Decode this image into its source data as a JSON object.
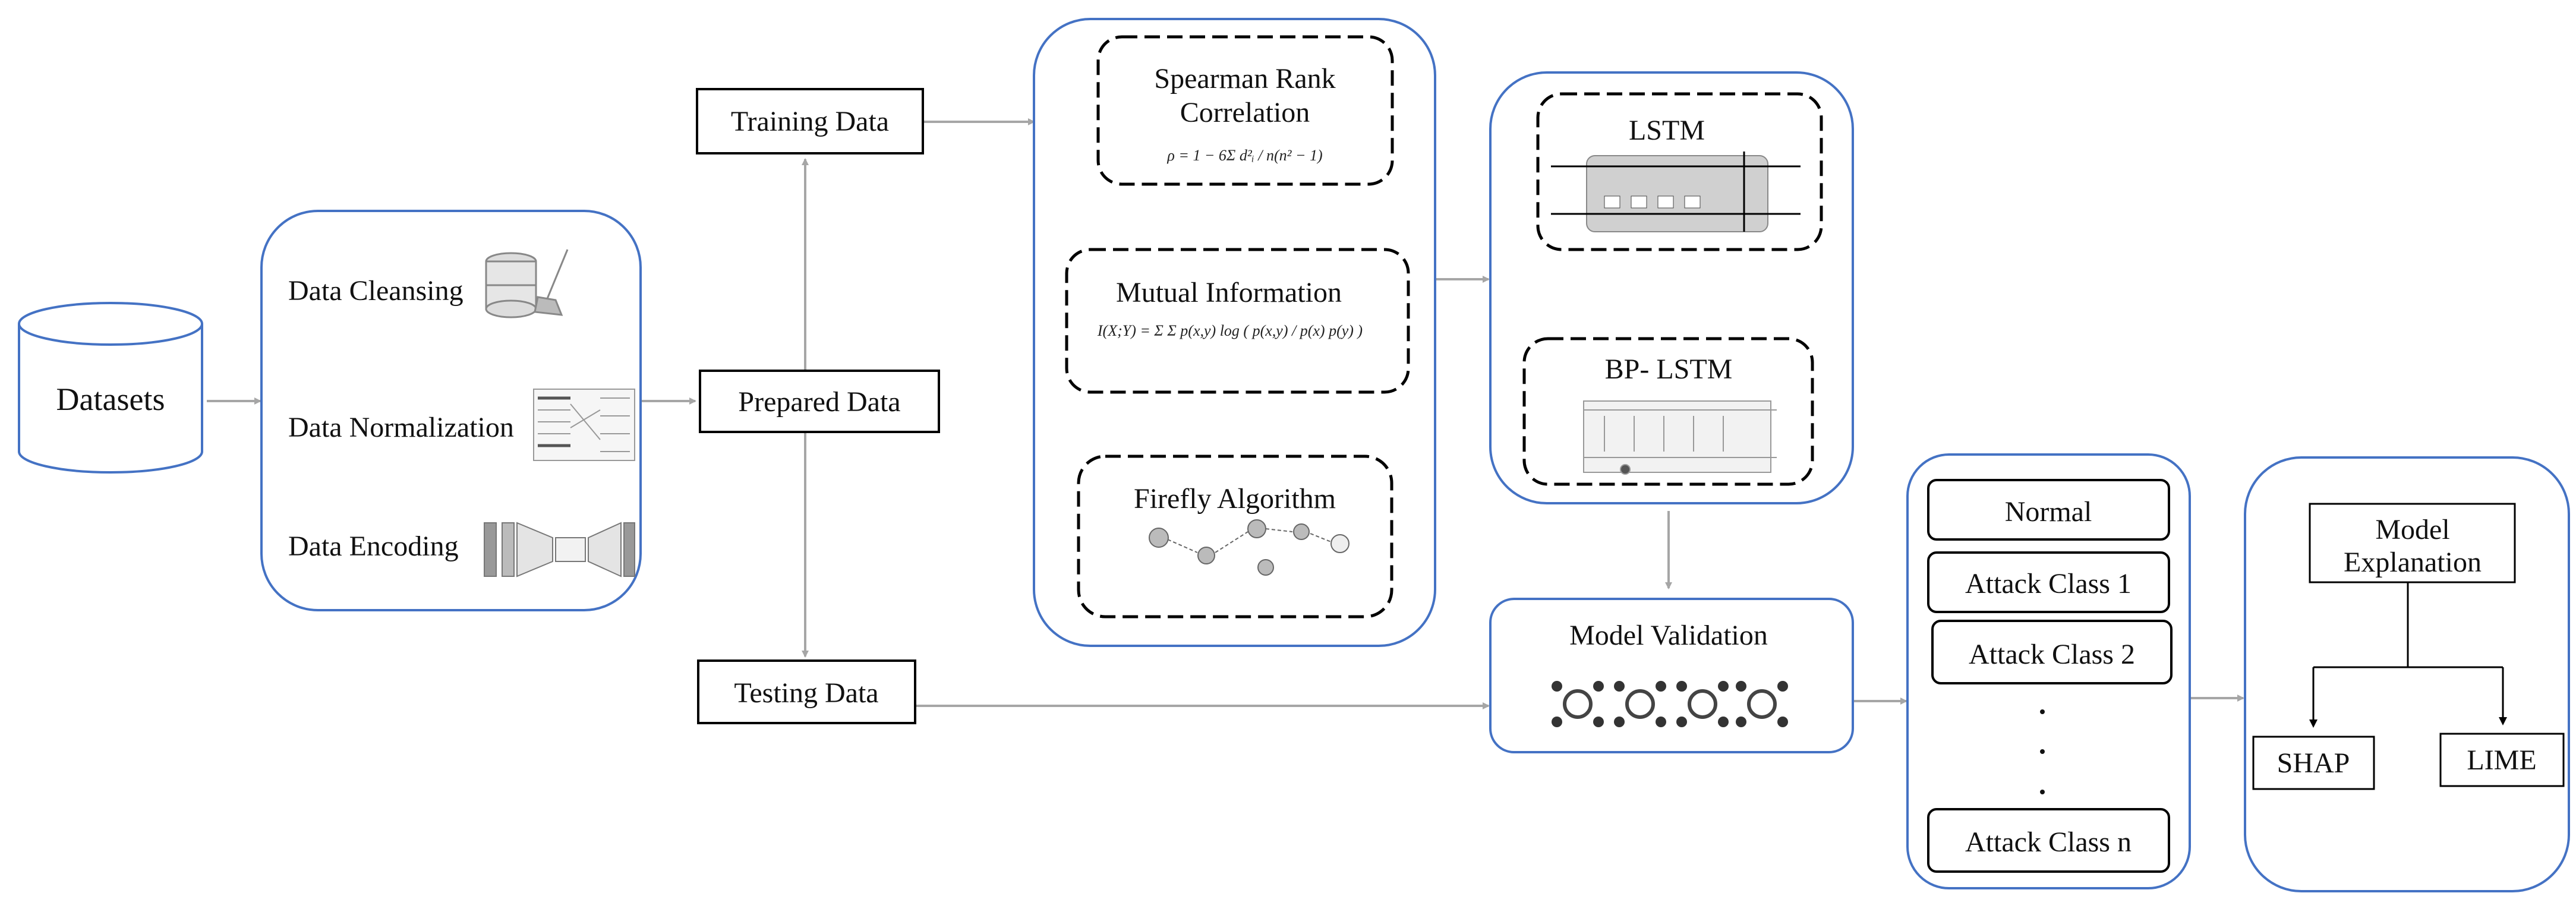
{
  "nodes": {
    "datasets": "Datasets",
    "data_cleansing": "Data Cleansing",
    "data_normalization": "Data Normalization",
    "data_encoding": "Data Encoding",
    "training_data": "Training Data",
    "prepared_data": "Prepared Data",
    "testing_data": "Testing Data",
    "spearman_line1": "Spearman Rank",
    "spearman_line2": "Correlation",
    "spearman_formula": "ρ = 1 − 6Σ d²ᵢ / n(n² − 1)",
    "mutual_information": "Mutual Information",
    "mi_formula": "I(X;Y) = Σ Σ p(x,y) log ( p(x,y) / p(x) p(y) )",
    "firefly_algorithm": "Firefly Algorithm",
    "lstm": "LSTM",
    "bp_lstm": "BP- LSTM",
    "model_validation": "Model Validation",
    "normal": "Normal",
    "attack_class_1": "Attack Class 1",
    "attack_class_2": "Attack Class 2",
    "attack_class_n": "Attack Class n",
    "model_explanation_line1": "Model",
    "model_explanation_line2": "Explanation",
    "shap": "SHAP",
    "lime": "LIME"
  },
  "colors": {
    "container_border": "#4472c4",
    "box_border": "#000000",
    "arrow": "#a6a6a6",
    "text": "#111111"
  }
}
